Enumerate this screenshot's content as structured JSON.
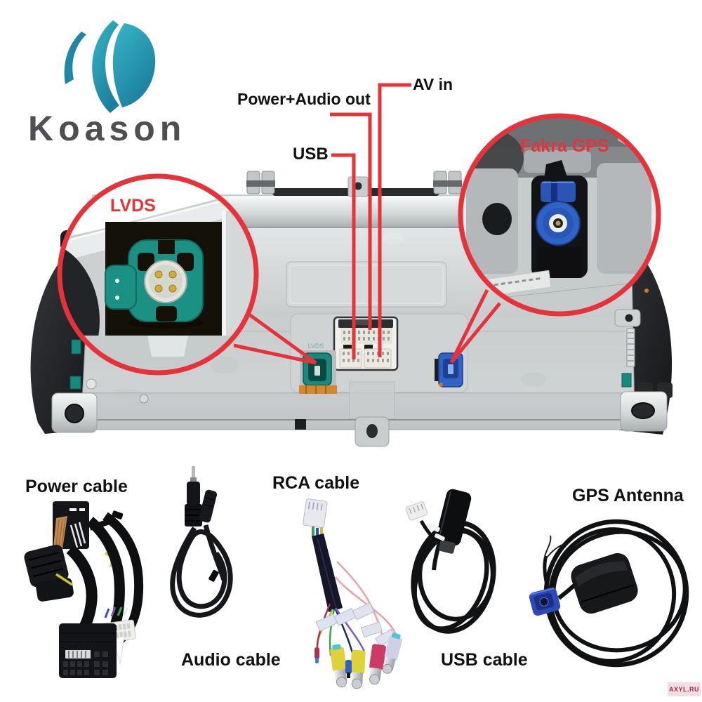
{
  "brand": {
    "name": "Koason"
  },
  "colors": {
    "annotation_red": "#e6333a",
    "lvds_teal": "#1b9183",
    "fakra_blue": "#2f63c6",
    "logo_teal_light": "#38b6c6",
    "logo_teal_dark": "#1b7e9d",
    "logo_text_gray": "#4e4f52"
  },
  "callouts": {
    "power_audio_out": "Power+Audio out",
    "av_in": "AV in",
    "usb": "USB",
    "lvds": "LVDS",
    "fakra_gps": "Fakra GPS",
    "panel_print_lvds": "LVDS"
  },
  "accessories": [
    {
      "id": "power-cable",
      "label": "Power cable"
    },
    {
      "id": "audio-cable",
      "label": "Audio cable"
    },
    {
      "id": "rca-cable",
      "label": "RCA cable"
    },
    {
      "id": "usb-cable",
      "label": "USB cable"
    },
    {
      "id": "gps-antenna",
      "label": "GPS Antenna"
    }
  ],
  "watermark": {
    "text": "AXYL.RU"
  }
}
